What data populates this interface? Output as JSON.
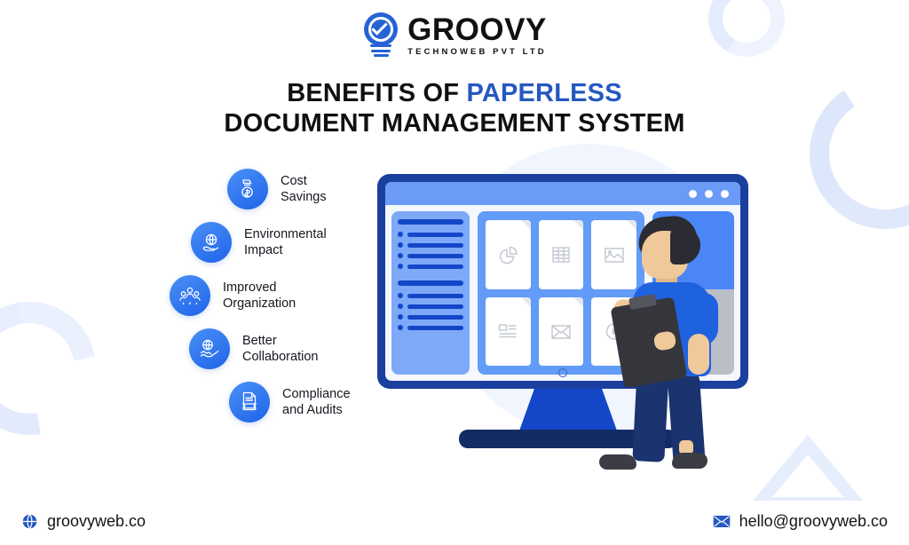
{
  "brand": {
    "logo_icon": "lightbulb-check-icon",
    "name": "GROOVY",
    "tagline": "TECHNOWEB PVT LTD",
    "accent_blue": "#2558c0",
    "logo_blue": "#2563d6"
  },
  "headline": {
    "line1_prefix": "BENEFITS OF ",
    "line1_highlight": "PAPERLESS",
    "line2": "DOCUMENT MANAGEMENT SYSTEM"
  },
  "benefits": [
    {
      "icon": "money-bag-icon",
      "label": "Cost\nSavings"
    },
    {
      "icon": "hand-globe-icon",
      "label": "Environmental\nImpact"
    },
    {
      "icon": "team-people-icon",
      "label": "Improved\nOrganization"
    },
    {
      "icon": "handshake-globe-icon",
      "label": "Better\nCollaboration"
    },
    {
      "icon": "audit-document-icon",
      "label": "Compliance\nand Audits"
    }
  ],
  "illustration": {
    "name": "paperless-dms-monitor-illustration",
    "window_dots": 3,
    "sidebar_groups": [
      {
        "header": true,
        "items": 4
      },
      {
        "header": true,
        "items": 4
      }
    ],
    "documents": [
      {
        "icon": "pie-chart-doc-icon"
      },
      {
        "icon": "spreadsheet-doc-icon"
      },
      {
        "icon": "image-doc-icon"
      },
      {
        "icon": "article-doc-icon"
      },
      {
        "icon": "email-doc-icon"
      },
      {
        "icon": "video-doc-icon"
      }
    ],
    "person": "person-with-clipboard",
    "screen_blue": "#629bf8",
    "bezel_blue": "#1b3f9e"
  },
  "footer": {
    "website_icon": "globe-icon",
    "website": "groovyweb.co",
    "email_icon": "envelope-icon",
    "email": "hello@groovyweb.co"
  }
}
